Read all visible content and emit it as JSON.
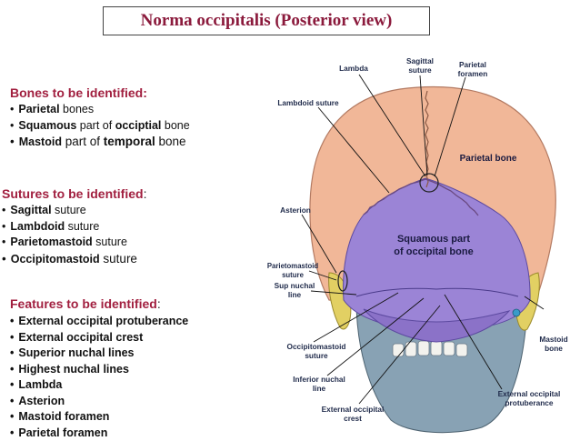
{
  "title": "Norma occipitalis (Posterior view)",
  "bones": {
    "heading": "Bones to be identified:",
    "items": [
      {
        "bold": "Parietal",
        "rest": " bones"
      },
      {
        "bold": "Squamous",
        "mid": " part of ",
        "bold2": "occiptial",
        "rest": " bone"
      },
      {
        "bold": "Mastoid",
        "mid": " part of ",
        "bold2": "temporal",
        "rest": " bone"
      }
    ]
  },
  "sutures": {
    "heading": "Sutures to be identified",
    "colon": ":",
    "items": [
      {
        "bold": "Sagittal",
        "rest": " suture"
      },
      {
        "bold": "Lambdoid",
        "rest": " suture"
      },
      {
        "bold": "Parietomastoid",
        "rest": " suture"
      },
      {
        "bold": "Occipitomastoid",
        "rest": "  suture"
      }
    ]
  },
  "features": {
    "heading": "Features to be identified",
    "colon": ":",
    "items": [
      "External occipital protuberance",
      "External occipital crest",
      "Superior nuchal lines",
      "Highest nuchal lines",
      "Lambda",
      "Asterion",
      "Mastoid foramen",
      "Parietal foramen"
    ]
  },
  "labels": {
    "lambda": "Lambda",
    "sagittal_1": "Sagittal",
    "sagittal_2": "suture",
    "parietal_foramen_1": "Parietal",
    "parietal_foramen_2": "foramen",
    "lambdoid_suture": "Lambdoid suture",
    "parietal_bone": "Parietal bone",
    "asterion": "Asterion",
    "squamous_1": "Squamous part",
    "squamous_2": "of occipital bone",
    "parietomastoid_1": "Parietomastoid",
    "parietomastoid_2": "suture",
    "sup_nuchal_1": "Sup nuchal",
    "sup_nuchal_2": "line",
    "mastoid_1": "Mastoid",
    "mastoid_2": "bone",
    "occipitomastoid_1": "Occipitomastoid",
    "occipitomastoid_2": "suture",
    "inferior_nuchal_1": "Inferior nuchal",
    "inferior_nuchal_2": "line",
    "eoc_1": "External occipital",
    "eoc_2": "crest",
    "eop_1": "External occipital",
    "eop_2": "protuberance"
  },
  "colors": {
    "title": "#8b1a3c",
    "heading": "#a11f3f",
    "parietal": "#f1b798",
    "occipital": "#9b84d6",
    "mastoid": "#e2d063",
    "face": "#88a2b4"
  }
}
